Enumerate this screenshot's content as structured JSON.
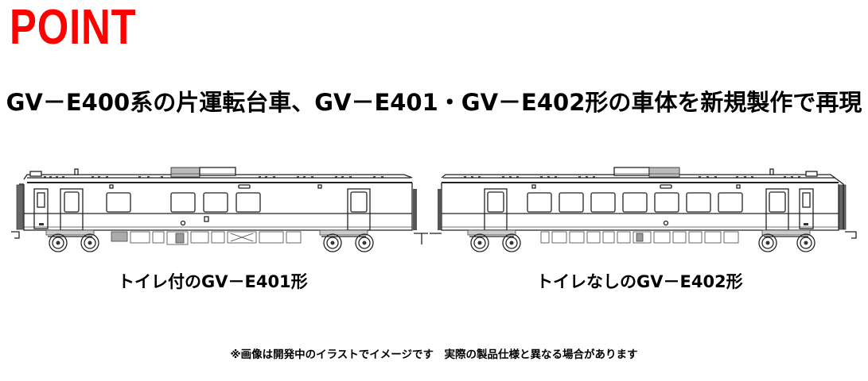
{
  "header": {
    "badge": "POINT",
    "badge_color": "#FF0000"
  },
  "headline": "GV－E400系の片運転台車、GV－E401・GV－E402形の車体を新規製作で再現",
  "illustration": {
    "cars": [
      {
        "id": "gv-e401",
        "label": "トイレ付のGV－E401形",
        "cab_end": "left",
        "side_windows": 4
      },
      {
        "id": "gv-e402",
        "label": "トイレなしのGV－E402形",
        "cab_end": "right",
        "side_windows": 7
      }
    ]
  },
  "footnote": "※画像は開発中のイラストでイメージです　実際の製品仕様と異なる場合があります"
}
